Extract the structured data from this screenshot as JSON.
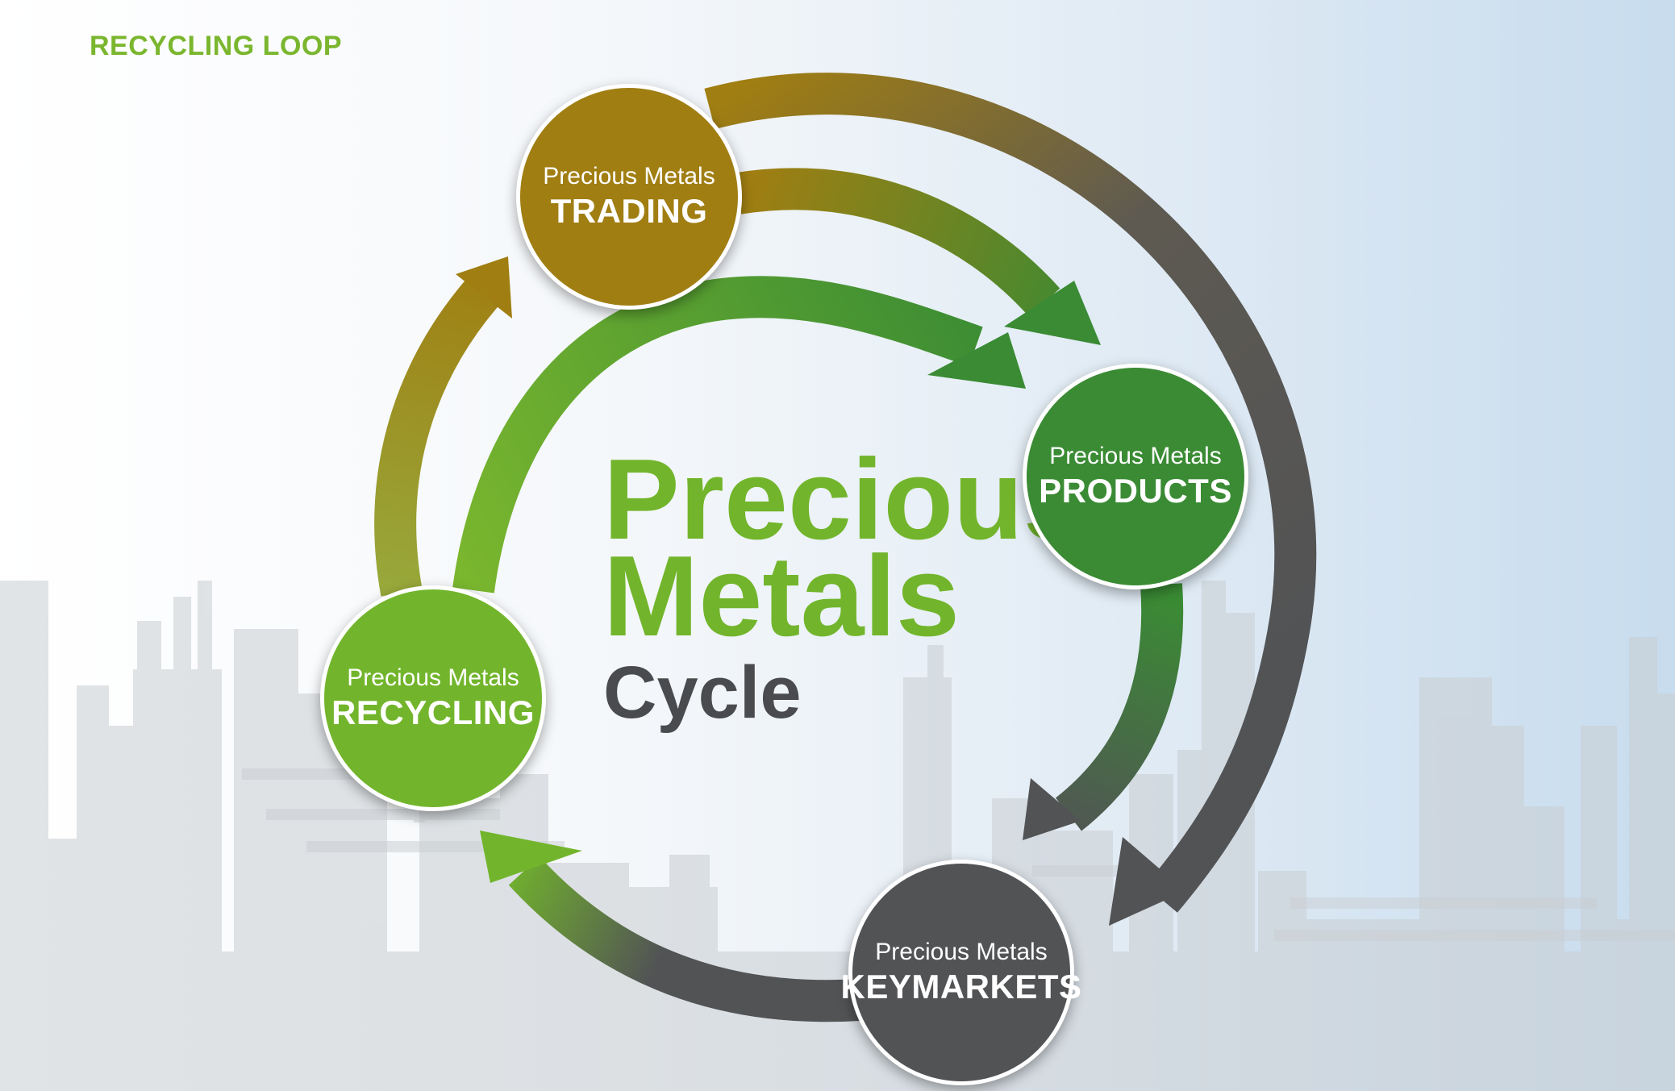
{
  "header": {
    "section_label": "RECYCLING LOOP"
  },
  "center": {
    "line1": "Precious",
    "line2": "Metals",
    "line3": "Cycle"
  },
  "nodes": [
    {
      "id": "trading",
      "small": "Precious Metals",
      "big": "TRADING"
    },
    {
      "id": "products",
      "small": "Precious Metals",
      "big": "PRODUCTS"
    },
    {
      "id": "keymarkets",
      "small": "Precious Metals",
      "big": "KEYMARKETS"
    },
    {
      "id": "recycling",
      "small": "Precious Metals",
      "big": "RECYCLING"
    }
  ],
  "colors": {
    "brand_green": "#7ab62e",
    "dark_green": "#3a8b34",
    "olive_gold": "#a07e12",
    "charcoal": "#525355"
  }
}
